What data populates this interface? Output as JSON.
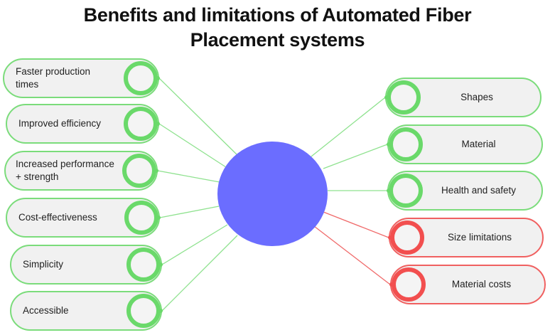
{
  "title_lines": [
    "Benefits and limitations of Automated Fiber",
    "Placement systems"
  ],
  "benefits": [
    "Faster production times",
    "Improved efficiency",
    "Increased performance + strength",
    "Cost-effectiveness",
    "Simplicity",
    "Accessible"
  ],
  "limitations": [
    {
      "label": "Shapes",
      "status": "green"
    },
    {
      "label": "Material",
      "status": "green"
    },
    {
      "label": "Health and safety",
      "status": "green"
    },
    {
      "label": "Size limitations",
      "status": "red"
    },
    {
      "label": "Material costs",
      "status": "red"
    }
  ],
  "colors": {
    "hub": "#6b6dff",
    "green": "#6ad96a",
    "red": "#f24f4f",
    "pill_fill": "#f1f1f1"
  }
}
